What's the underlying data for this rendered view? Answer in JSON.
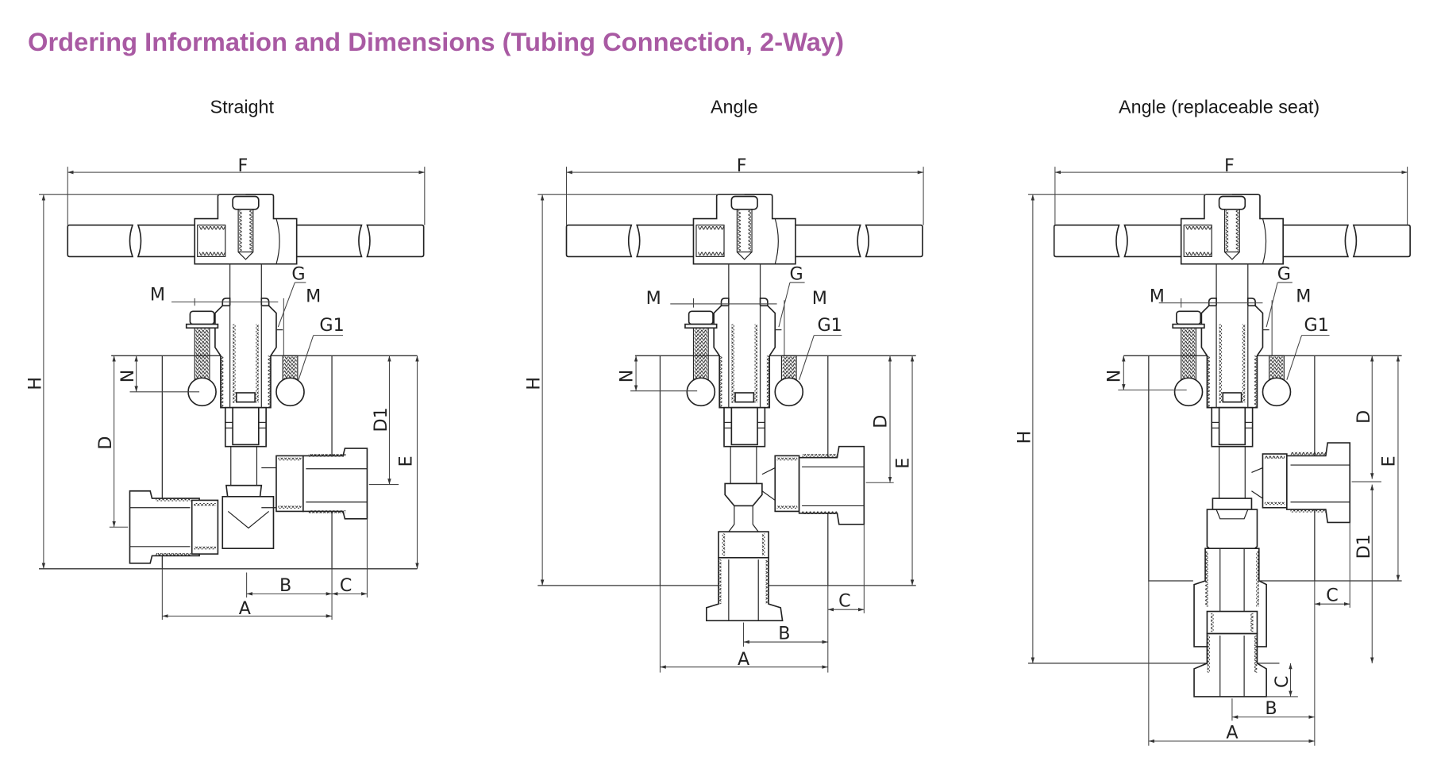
{
  "header": {
    "title": "Ordering Information and Dimensions (Tubing Connection, 2-Way)",
    "title_color": "#A95AA3"
  },
  "diagrams": [
    {
      "caption": "Straight",
      "labels": {
        "F": "F",
        "H": "H",
        "M_left": "M",
        "M_right": "M",
        "G": "G",
        "G1": "G1",
        "N": "N",
        "D": "D",
        "D1": "D1",
        "E": "E",
        "A": "A",
        "B": "B",
        "C": "C"
      }
    },
    {
      "caption": "Angle",
      "labels": {
        "F": "F",
        "H": "H",
        "M_left": "M",
        "M_right": "M",
        "G": "G",
        "G1": "G1",
        "N": "N",
        "D": "D",
        "E": "E",
        "A": "A",
        "B": "B",
        "C": "C"
      }
    },
    {
      "caption": "Angle (replaceable seat)",
      "labels": {
        "F": "F",
        "H": "H",
        "M_left": "M",
        "M_right": "M",
        "G": "G",
        "G1": "G1",
        "N": "N",
        "D": "D",
        "D1": "D1",
        "E": "E",
        "A": "A",
        "B": "B",
        "C_side": "C",
        "C_bottom": "C"
      }
    }
  ]
}
